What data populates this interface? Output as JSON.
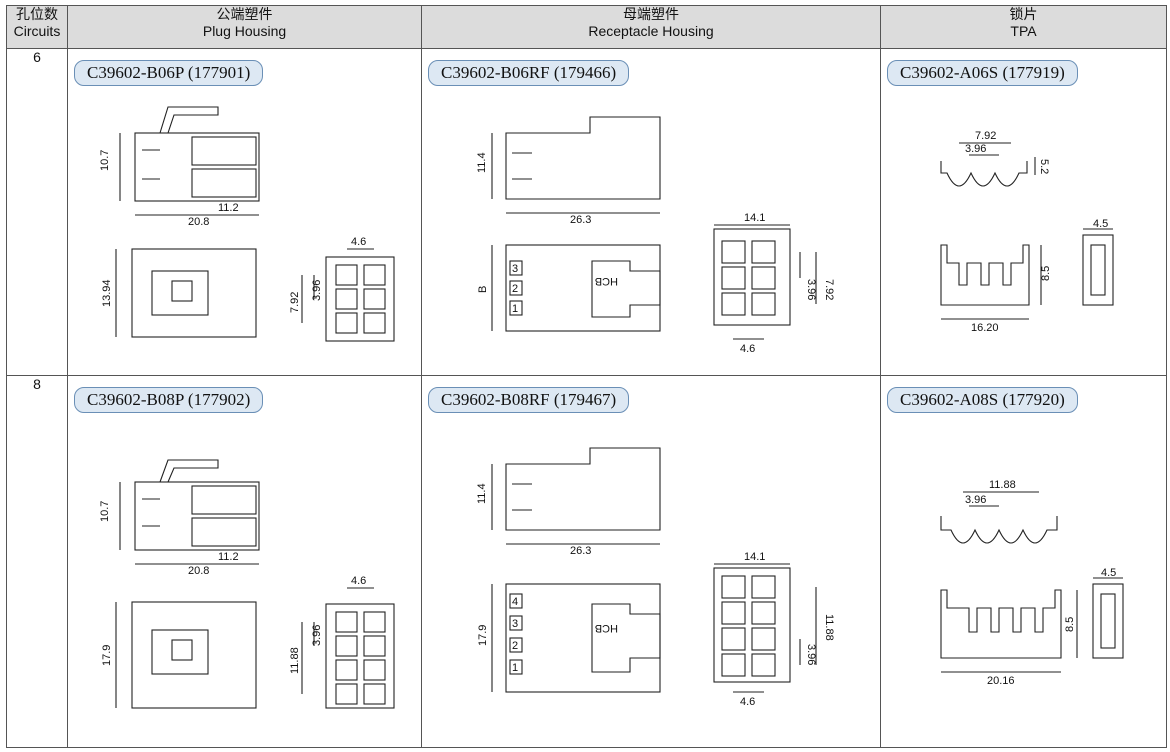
{
  "headers": {
    "circuits": {
      "cn": "孔位数",
      "en": "Circuits"
    },
    "plug": {
      "cn": "公端塑件",
      "en": "Plug Housing"
    },
    "receptacle": {
      "cn": "母端塑件",
      "en": "Receptacle Housing"
    },
    "tpa": {
      "cn": "锁片",
      "en": "TPA"
    }
  },
  "rows": [
    {
      "circuits": "6",
      "plug": {
        "part": "C39602-B06P (177901)",
        "dims": {
          "height": "10.7",
          "inner": "11.2",
          "length": "20.8",
          "bottom_height": "13.94",
          "pitch_h": "4.6",
          "pitch_v": "3.96",
          "span_v": "7.92"
        }
      },
      "receptacle": {
        "part": "C39602-B06RF (179466)",
        "dims": {
          "height": "11.4",
          "length": "26.3",
          "side": "B",
          "width": "14.1",
          "pitch_v": "3.96",
          "span_v": "7.92",
          "pitch_h": "4.6"
        },
        "stamp": "HCB",
        "cavities": [
          "3",
          "2",
          "1"
        ]
      },
      "tpa": {
        "part": "C39602-A06S (177919)",
        "dims": {
          "span": "7.92",
          "pitch": "3.96",
          "height": "5.2",
          "width": "4.5",
          "side_height": "8.5",
          "length": "16.20"
        }
      }
    },
    {
      "circuits": "8",
      "plug": {
        "part": "C39602-B08P (177902)",
        "dims": {
          "height": "10.7",
          "inner": "11.2",
          "length": "20.8",
          "bottom_height": "17.9",
          "pitch_h": "4.6",
          "pitch_v": "3.96",
          "span_v": "11.88"
        }
      },
      "receptacle": {
        "part": "C39602-B08RF (179467)",
        "dims": {
          "height": "11.4",
          "length": "26.3",
          "side": "17.9",
          "width": "14.1",
          "pitch_v": "3.96",
          "span_v": "11.88",
          "pitch_h": "4.6"
        },
        "stamp": "HCB",
        "cavities": [
          "4",
          "3",
          "2",
          "1"
        ]
      },
      "tpa": {
        "part": "C39602-A08S (177920)",
        "dims": {
          "span": "11.88",
          "pitch": "3.96",
          "width": "4.5",
          "side_height": "8.5",
          "length": "20.16"
        }
      }
    }
  ]
}
